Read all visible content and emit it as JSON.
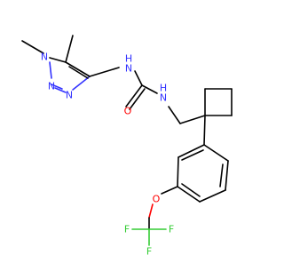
{
  "molecule": {
    "atoms": {
      "n1_triazole": "N",
      "methyl_n_label": "",
      "n2_triazole": "N",
      "n3_triazole": "N",
      "nh_urea_top": "N",
      "h_urea_top": "H",
      "o_carbonyl": "O",
      "nh_urea_right": "N",
      "h_urea_right": "H",
      "o_ether": "O",
      "f_left": "F",
      "f_right": "F",
      "f_bottom": "F"
    },
    "colors": {
      "nitrogen": "#3333ff",
      "oxygen": "#ff0000",
      "fluorine": "#33cc33",
      "carbon": "#000000"
    }
  }
}
